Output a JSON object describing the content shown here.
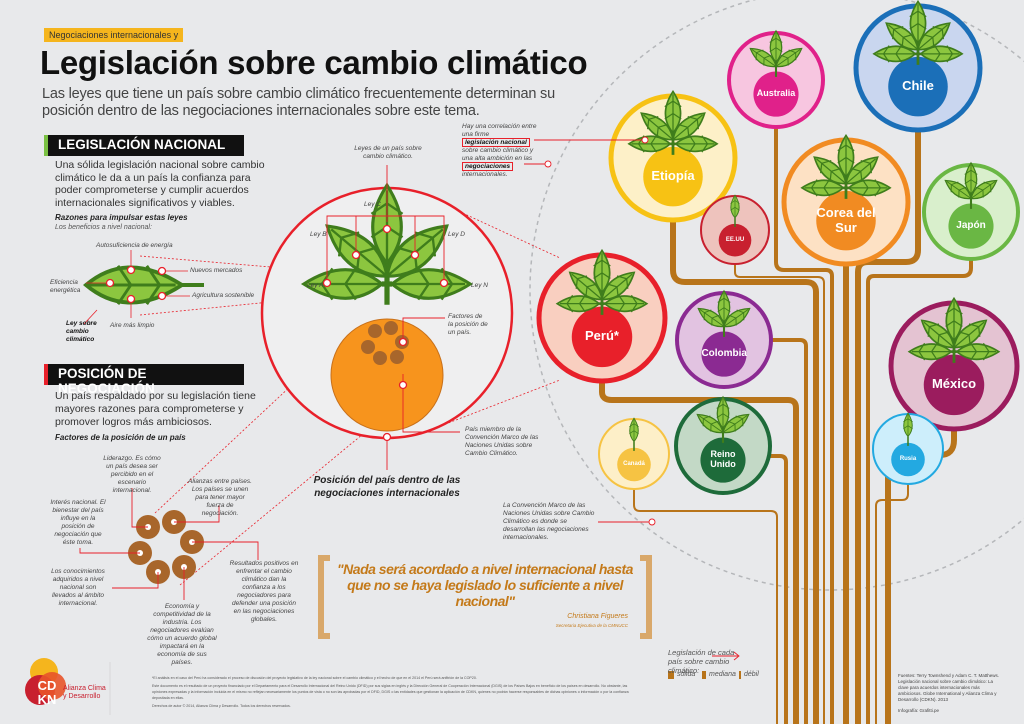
{
  "header": {
    "tag": "Negociaciones internacionales y",
    "title": "Legislación sobre cambio climático",
    "subtitle": "Las leyes que tiene un país sobre cambio climático frecuentemente determinan su posición dentro de las negociaciones internacionales sobre este tema."
  },
  "legislacion": {
    "heading": "LEGISLACIÓN NACIONAL",
    "text": "Una sólida legislación nacional sobre cambio climático le da a un país la confianza para poder comprometerse y cumplir acuerdos internacionales significativos y viables.",
    "reasons_title": "Razones para impulsar estas leyes",
    "reasons_sub": "Los beneficios a nivel nacional:",
    "benefits": [
      "Autosuficiencia de energía",
      "Nuevos mercados",
      "Eficiencia energética",
      "Agricultura sostenible",
      "Aire más limpio"
    ],
    "leaf_label": "Ley sobre cambio climático"
  },
  "posicion": {
    "heading": "POSICIÓN DE NEGOCIACIÓN",
    "text": "Un país respaldado por su legislación tiene mayores razones para comprometerse y promover logros más ambiciosos.",
    "factors_title": "Factores de la posición de un país",
    "factors": [
      "Liderazgo. Es cómo un país desea ser percibido en el escenario internacional.",
      "Alianzas entre países. Los países se unen para tener mayor fuerza de negociación.",
      "Interés nacional. El bienestar del país influye en la posición de negociación que éste toma.",
      "Resultados positivos en enfrentar el cambio climático dan la confianza a los negociadores para defender una posición en las negociaciones globales.",
      "Los conocimientos adquiridos a nivel nacional son llevados al ámbito internacional.",
      "Economía y competitividad de la industria. Los negociadores evalúan cómo un acuerdo global impactará en la economía de sus países."
    ]
  },
  "center": {
    "laws_label": "Leyes de un país sobre cambio climático.",
    "laws": [
      "Ley A",
      "Ley B",
      "Ley C",
      "Ley D",
      "Ley N"
    ],
    "factors_label": "Factores de la posición de un país.",
    "member_label": "País miembro de la Convención Marco de las Naciones Unidas sobre Cambio Climático.",
    "caption": "Posición del país dentro de las negociaciones internacionales"
  },
  "correlation": {
    "pre": "Hay una correlación entre una firme",
    "box1": "legislación nacional",
    "mid": "sobre cambio climático y una alta ambición en las",
    "box2": "negociaciones",
    "post": "internacionales."
  },
  "convention_note": "La Convención Marco de las Naciones Unidas sobre Cambio Climático es donde se desarrollan las negociaciones internacionales.",
  "countries": [
    {
      "name": "Australia",
      "level": "mediana",
      "color": "#e0218a",
      "bg": "#f7c6e0"
    },
    {
      "name": "Chile",
      "level": "sólida",
      "color": "#1b6fb8",
      "bg": "#c9d6ef"
    },
    {
      "name": "Etiopía",
      "level": "sólida",
      "color": "#f7c214",
      "bg": "#fdf0c8"
    },
    {
      "name": "EE.UU",
      "level": "débil",
      "color": "#c8202f",
      "bg": "#eec3bd"
    },
    {
      "name": "Corea del Sur",
      "level": "sólida",
      "color": "#f18b22",
      "bg": "#fde1c4"
    },
    {
      "name": "Japón",
      "level": "mediana",
      "color": "#6ab744",
      "bg": "#d9efcc"
    },
    {
      "name": "Perú*",
      "level": "sólida",
      "color": "#e8202a",
      "bg": "#f9cfc0"
    },
    {
      "name": "Colombia",
      "level": "mediana",
      "color": "#8b2a92",
      "bg": "#e2c3e1"
    },
    {
      "name": "México",
      "level": "sólida",
      "color": "#9b1c5e",
      "bg": "#e4c3d2"
    },
    {
      "name": "Canadá",
      "level": "débil",
      "color": "#f6c343",
      "bg": "#fdefc8"
    },
    {
      "name": "Reino Unido",
      "level": "mediana",
      "color": "#1e6b3a",
      "bg": "#c3d9c6"
    },
    {
      "name": "Rusia",
      "level": "débil",
      "color": "#23a9e1",
      "bg": "#cdeefb"
    }
  ],
  "quote": {
    "text": "\"Nada será acordado a nivel internacional hasta que no se haya legislado lo suficiente a nivel nacional\"",
    "author": "Christiana Figueres",
    "role": "Secretaria Ejecutiva de la CMNUCC"
  },
  "legend": {
    "title": "Legislación de cada país sobre cambio climático:",
    "items": [
      "sólida",
      "mediana",
      "débil"
    ]
  },
  "logo": {
    "mark": "CDKN",
    "name": "Alianza Clima y Desarrollo"
  },
  "footnotes": [
    "*El análisis en el caso del Perú ha considerado el proceso de discusión del proyecto legislativo de la ley nacional sobre el cambio climático y el hecho de que en el 2014 el Perú será anfitrión de la COP20.",
    "Este documento es el resultado de un proyecto financiado por el Departamento para el Desarrollo Internacional del Reino Unido (DFID) por sus siglas en inglés y la Dirección General de Cooperación Internacional (DGIS) de los Países Bajos en beneficio de los países en desarrollo. No obstante, las opiniones expresadas y la información incluida en el mismo no reflejan necesariamente los puntos de vista o no son las aprobadas por el DFID, DGIS o las entidades que gestionan la aplicación de CDKN, quienes no podrán hacerse responsables de dichas opiniones o información o por la confianza depositada en ellas.",
    "Derechos de autor © 2014, Alianza Clima y Desarrollo. Todos los derechos reservados."
  ],
  "sources": "Fuentes: Terry Townshend y Adam C. T. Matthews. Legislación nacional sobre cambio climático: La clave para acuerdos internacionales más ambiciosos. Globe International y Alianza Clima y Desarrollo (CDKN). 2013",
  "credit": "Infografía: Grafitti.pe"
}
